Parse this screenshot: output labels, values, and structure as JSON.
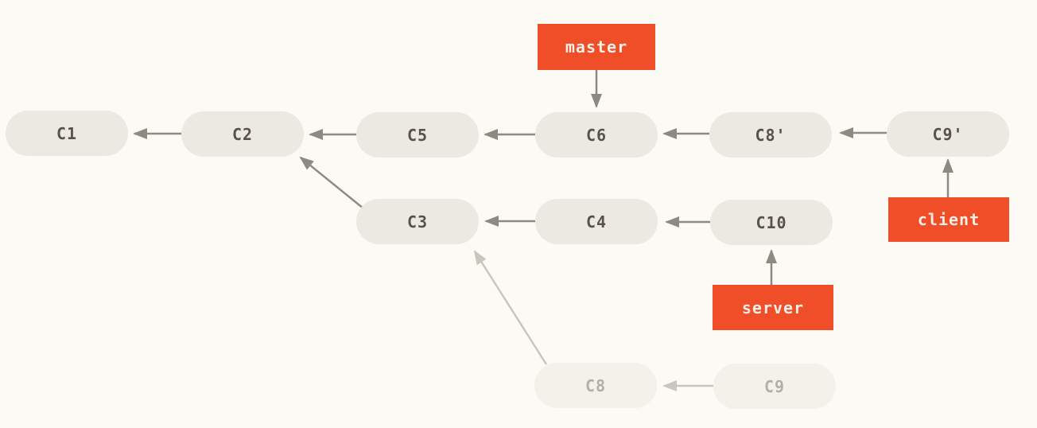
{
  "colors": {
    "background": "#fbfaf5",
    "node-fill": "#ebe9e1",
    "node-text": "#57534b",
    "node-faded-fill": "#f3f1ea",
    "node-faded-text": "#b3afa6",
    "branch-fill": "#f04e28",
    "branch-text": "#f3efe7",
    "arrow": "#8e8a82",
    "arrow-faded": "#c9c6be"
  },
  "commits": [
    {
      "id": "c1",
      "label": "C1",
      "faded": false
    },
    {
      "id": "c2",
      "label": "C2",
      "faded": false
    },
    {
      "id": "c5",
      "label": "C5",
      "faded": false
    },
    {
      "id": "c6",
      "label": "C6",
      "faded": false
    },
    {
      "id": "c8p",
      "label": "C8'",
      "faded": false
    },
    {
      "id": "c9p",
      "label": "C9'",
      "faded": false
    },
    {
      "id": "c3",
      "label": "C3",
      "faded": false
    },
    {
      "id": "c4",
      "label": "C4",
      "faded": false
    },
    {
      "id": "c10",
      "label": "C10",
      "faded": false
    },
    {
      "id": "c8",
      "label": "C8",
      "faded": true
    },
    {
      "id": "c9",
      "label": "C9",
      "faded": true
    }
  ],
  "branches": [
    {
      "id": "master",
      "label": "master",
      "points_to": "C6"
    },
    {
      "id": "client",
      "label": "client",
      "points_to": "C9'"
    },
    {
      "id": "server",
      "label": "server",
      "points_to": "C10"
    }
  ],
  "edges": [
    {
      "from": "C2",
      "to": "C1",
      "faded": false
    },
    {
      "from": "C5",
      "to": "C2",
      "faded": false
    },
    {
      "from": "C6",
      "to": "C5",
      "faded": false
    },
    {
      "from": "C8'",
      "to": "C6",
      "faded": false
    },
    {
      "from": "C9'",
      "to": "C8'",
      "faded": false
    },
    {
      "from": "C3",
      "to": "C2",
      "faded": false
    },
    {
      "from": "C4",
      "to": "C3",
      "faded": false
    },
    {
      "from": "C10",
      "to": "C4",
      "faded": false
    },
    {
      "from": "master",
      "to": "C6",
      "faded": false
    },
    {
      "from": "client",
      "to": "C9'",
      "faded": false
    },
    {
      "from": "server",
      "to": "C10",
      "faded": false
    },
    {
      "from": "C9",
      "to": "C8",
      "faded": true
    },
    {
      "from": "C8",
      "to": "C3",
      "faded": true
    }
  ]
}
